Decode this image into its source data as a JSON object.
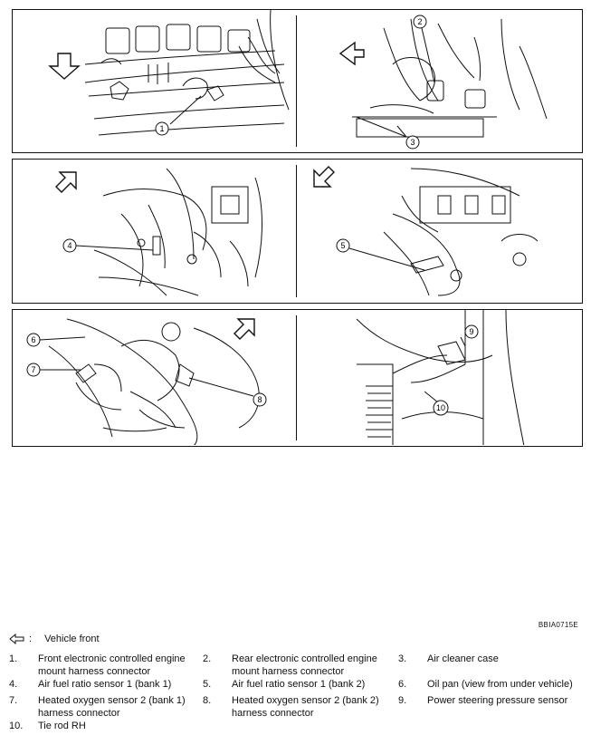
{
  "diagram": {
    "callouts": [
      "1",
      "2",
      "3",
      "4",
      "5",
      "6",
      "7",
      "8",
      "9",
      "10"
    ],
    "code": "BBIA0715E"
  },
  "legend": {
    "vehicle_front_label": "Vehicle front",
    "items": [
      {
        "num": "1.",
        "text": "Front electronic controlled engine mount harness connector"
      },
      {
        "num": "2.",
        "text": "Rear electronic controlled engine mount harness connector"
      },
      {
        "num": "3.",
        "text": "Air cleaner case"
      },
      {
        "num": "4.",
        "text": "Air fuel ratio sensor 1 (bank 1)"
      },
      {
        "num": "5.",
        "text": "Air fuel ratio sensor 1 (bank 2)"
      },
      {
        "num": "6.",
        "text": "Oil pan (view from under vehicle)"
      },
      {
        "num": "7.",
        "text": "Heated oxygen sensor 2 (bank 1) harness connector"
      },
      {
        "num": "8.",
        "text": "Heated oxygen sensor 2 (bank 2) harness connector"
      },
      {
        "num": "9.",
        "text": "Power steering pressure sensor"
      },
      {
        "num": "10.",
        "text": "Tie rod RH"
      }
    ]
  }
}
